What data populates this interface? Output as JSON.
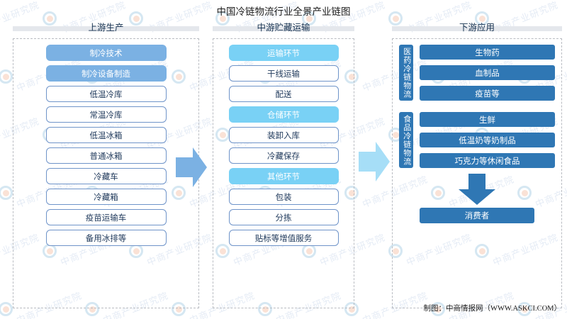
{
  "title": "中国冷链物流行业全景产业链图",
  "footer": {
    "credit": "制图：中商情报网（WWW.ASKCI.COM）"
  },
  "colors": {
    "header_bar": "#e4e7ec",
    "fill_mid_blue": "#7bb1e3",
    "fill_light_blue": "#79d1f5",
    "fill_dark_blue": "#2f77b4",
    "outline_border": "#6f94c9",
    "dashed_border": "#b9bcc2",
    "title_text": "#1b1b1b"
  },
  "columns": {
    "upstream": {
      "header": "上游生产",
      "nodes": [
        {
          "label": "制冷技术",
          "style": "fill-mid"
        },
        {
          "label": "制冷设备制造",
          "style": "fill-mid"
        },
        {
          "label": "低温冷库",
          "style": "outline"
        },
        {
          "label": "常温冷库",
          "style": "outline"
        },
        {
          "label": "低温冰箱",
          "style": "outline"
        },
        {
          "label": "普通冰箱",
          "style": "outline"
        },
        {
          "label": "冷藏车",
          "style": "outline"
        },
        {
          "label": "冷藏箱",
          "style": "outline"
        },
        {
          "label": "疫苗运输车",
          "style": "outline"
        },
        {
          "label": "备用冰排等",
          "style": "outline"
        }
      ]
    },
    "midstream": {
      "header": "中游贮藏运输",
      "nodes": [
        {
          "label": "运输环节",
          "style": "fill-light"
        },
        {
          "label": "干线运输",
          "style": "outline"
        },
        {
          "label": "配送",
          "style": "outline"
        },
        {
          "label": "仓储环节",
          "style": "fill-light"
        },
        {
          "label": "装卸入库",
          "style": "outline"
        },
        {
          "label": "冷藏保存",
          "style": "outline"
        },
        {
          "label": "其他环节",
          "style": "fill-light"
        },
        {
          "label": "包装",
          "style": "outline"
        },
        {
          "label": "分拣",
          "style": "outline"
        },
        {
          "label": "贴标等增值服务",
          "style": "outline"
        }
      ]
    },
    "downstream": {
      "header": "下游应用",
      "groups": [
        {
          "vertical_label": "医药冷链物流",
          "items": [
            {
              "label": "生物药",
              "style": "fill-dark"
            },
            {
              "label": "血制品",
              "style": "fill-dark"
            },
            {
              "label": "疫苗等",
              "style": "fill-dark"
            }
          ]
        },
        {
          "vertical_label": "食品冷链物流",
          "items": [
            {
              "label": "生鲜",
              "style": "fill-dark"
            },
            {
              "label": "低温奶等奶制品",
              "style": "fill-dark"
            },
            {
              "label": "巧克力等休闲食品",
              "style": "fill-dark"
            }
          ]
        }
      ],
      "consumer": {
        "label": "消费者",
        "style": "fill-dark"
      }
    }
  },
  "arrows": [
    {
      "name": "upstream-to-midstream",
      "direction": "right",
      "color": "#7bb1e3"
    },
    {
      "name": "midstream-to-downstream",
      "direction": "right",
      "color": "#a6def7"
    },
    {
      "name": "applications-to-consumer",
      "direction": "down",
      "color": "#2f77b4"
    }
  ],
  "watermark": {
    "text": "中商产业研究院"
  }
}
